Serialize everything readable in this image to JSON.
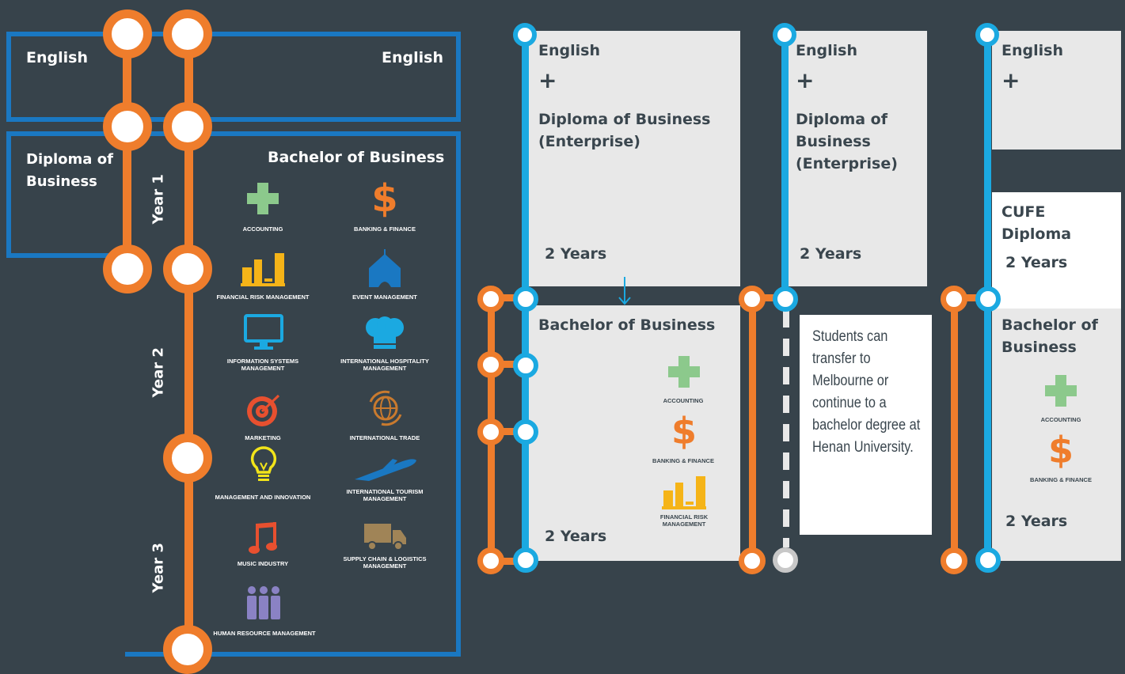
{
  "left": {
    "box1_left": "English",
    "box1_right": "English",
    "box2_left": "Diploma of Business",
    "box2_right": "Bachelor of Business",
    "years": [
      "Year 1",
      "Year 2",
      "Year 3"
    ],
    "majors": [
      {
        "label": "ACCOUNTING",
        "icon": "plus-icon"
      },
      {
        "label": "BANKING & FINANCE",
        "icon": "dollar-icon"
      },
      {
        "label": "FINANCIAL RISK MANAGEMENT",
        "icon": "bar-chart-icon"
      },
      {
        "label": "EVENT MANAGEMENT",
        "icon": "tent-icon"
      },
      {
        "label": "INFORMATION SYSTEMS MANAGEMENT",
        "icon": "monitor-icon"
      },
      {
        "label": "INTERNATIONAL HOSPITALITY MANAGEMENT",
        "icon": "chef-hat-icon"
      },
      {
        "label": "MARKETING",
        "icon": "target-icon"
      },
      {
        "label": "INTERNATIONAL TRADE",
        "icon": "globe-icon"
      },
      {
        "label": "MANAGEMENT AND INNOVATION",
        "icon": "lightbulb-icon"
      },
      {
        "label": "INTERNATIONAL TOURISM MANAGEMENT",
        "icon": "airplane-icon"
      },
      {
        "label": "MUSIC INDUSTRY",
        "icon": "music-note-icon"
      },
      {
        "label": "SUPPLY CHAIN & LOGISTICS MANAGEMENT",
        "icon": "truck-icon"
      },
      {
        "label": "HUMAN RESOURCE MANAGEMENT",
        "icon": "people-icon"
      }
    ]
  },
  "col1": {
    "title": "English",
    "plus": "+",
    "course": "Diploma of Business (Enterprise)",
    "duration1": "2 Years",
    "bachelor": "Bachelor of Business",
    "majors": [
      "ACCOUNTING",
      "BANKING & FINANCE",
      "FINANCIAL RISK MANAGEMENT"
    ],
    "duration2": "2 Years"
  },
  "col2": {
    "title": "English",
    "plus": "+",
    "course": "Diploma of Business (Enterprise)",
    "duration1": "2 Years",
    "note": "Students can transfer to Melbourne or continue to a bachelor degree at Henan University."
  },
  "col3": {
    "title": "English",
    "plus": "+",
    "cufe": "CUFE Diploma",
    "duration1": "2 Years",
    "bachelor": "Bachelor of Business",
    "majors": [
      "ACCOUNTING",
      "BANKING & FINANCE"
    ],
    "duration2": "2 Years"
  },
  "colors": {
    "background": "#37434b",
    "orange": "#ef7d2c",
    "blue": "#1a78c2",
    "cyan": "#1ba9e1",
    "green": "#8cc98c",
    "yellow": "#f5b418",
    "panel": "#e8e8e8"
  }
}
